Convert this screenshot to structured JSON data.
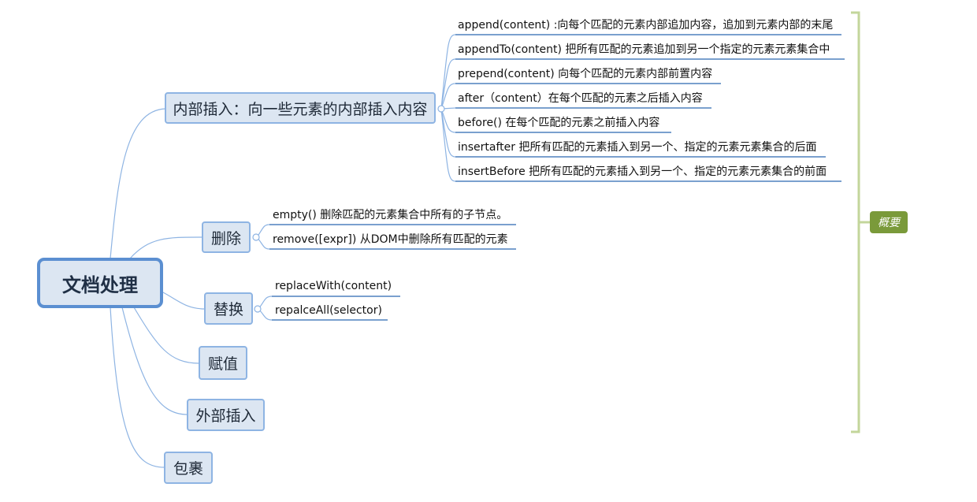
{
  "root": {
    "label": "文档处理"
  },
  "branches": {
    "internal_insert": {
      "label": "内部插入：向一些元素的内部插入内容",
      "items": [
        "append(content) :向每个匹配的元素内部追加内容，追加到元素内部的末尾",
        "appendTo(content) 把所有匹配的元素追加到另一个指定的元素元素集合中",
        "prepend(content) 向每个匹配的元素内部前置内容",
        "after（content）在每个匹配的元素之后插入内容",
        "before() 在每个匹配的元素之前插入内容",
        "insertafter 把所有匹配的元素插入到另一个、指定的元素元素集合的后面",
        "insertBefore 把所有匹配的元素插入到另一个、指定的元素元素集合的前面"
      ]
    },
    "delete": {
      "label": "删除",
      "items": [
        "empty() 删除匹配的元素集合中所有的子节点。",
        "remove([expr]) 从DOM中删除所有匹配的元素"
      ]
    },
    "replace": {
      "label": "替换",
      "items": [
        "replaceWith(content)",
        "repalceAll(selector)"
      ]
    },
    "assign": {
      "label": "赋值"
    },
    "external_insert": {
      "label": "外部插入"
    },
    "wrap": {
      "label": "包裹"
    }
  },
  "summary": {
    "label": "概要"
  },
  "colors": {
    "link": "#8eb4e3",
    "leaf_underline": "#4f81bd",
    "summary_bracket": "#c3d69b",
    "summary_fill": "#7a9a3a",
    "node_fill": "#dce6f2",
    "root_border": "#5b8fd1"
  }
}
